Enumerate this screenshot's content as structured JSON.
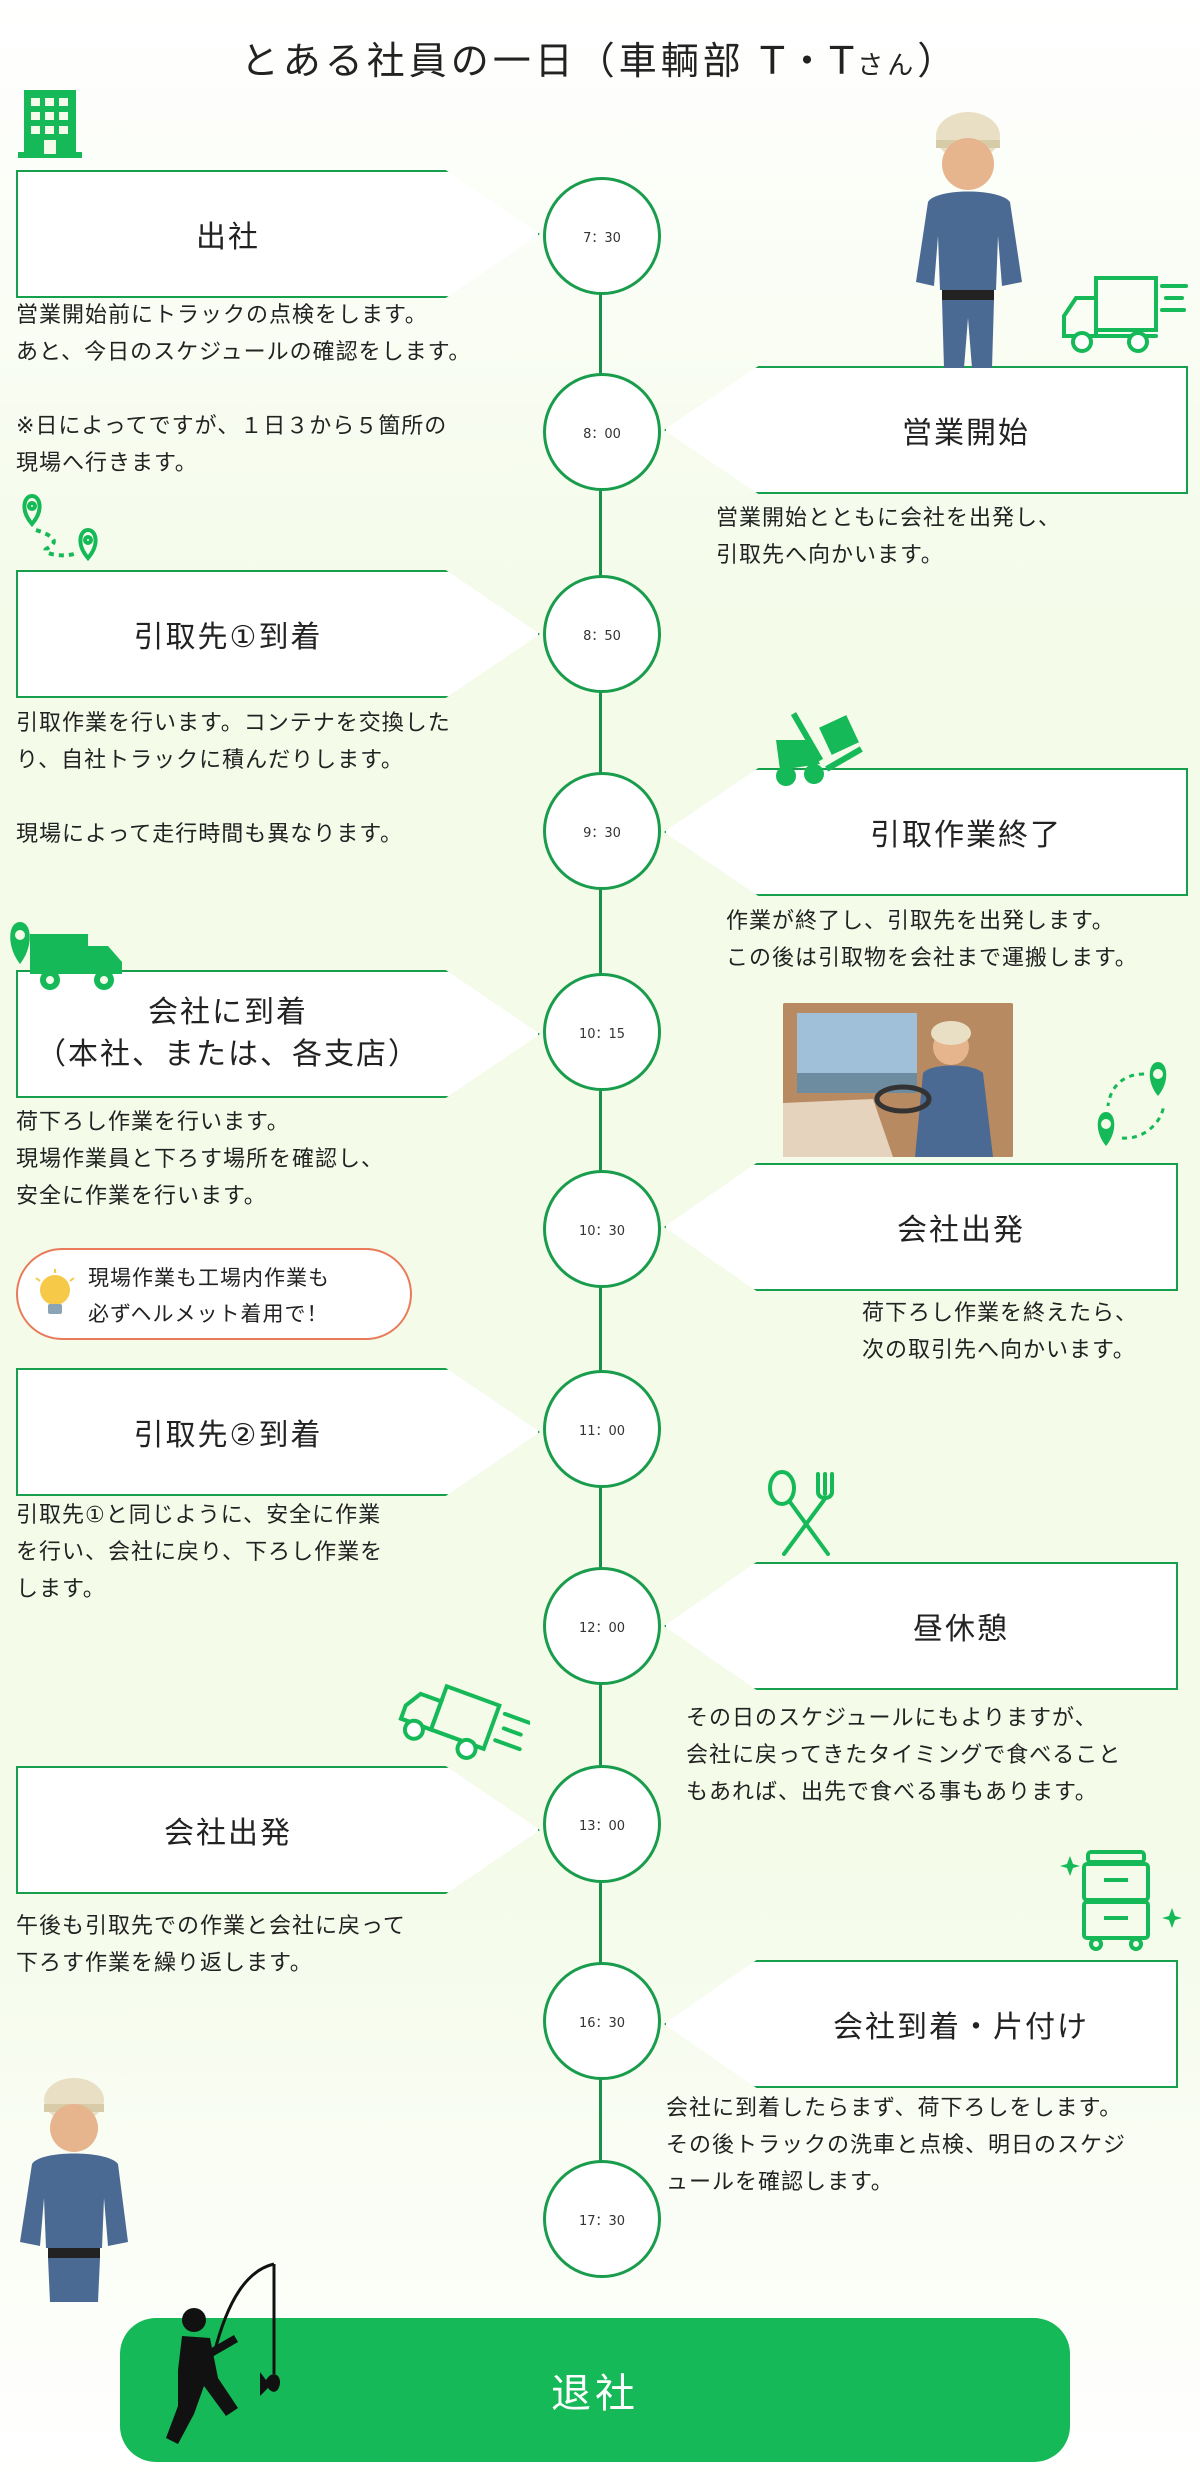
{
  "title": {
    "main": "とある社員の一日（車輌部 T・T",
    "suffix": "さん",
    "close": "）"
  },
  "timeline": [
    {
      "time": "7：30",
      "label": "出社",
      "side": "left",
      "desc": "営業開始前にトラックの点検をします。\nあと、今日のスケジュールの確認をします。\n\n※日によってですが、１日３から５箇所の\n現場へ行きます。"
    },
    {
      "time": "8：00",
      "label": "営業開始",
      "side": "right",
      "desc": "営業開始とともに会社を出発し、\n引取先へ向かいます。"
    },
    {
      "time": "8：50",
      "label": "引取先①到着",
      "side": "left",
      "desc": "引取作業を行います。コンテナを交換した\nり、自社トラックに積んだりします。\n\n現場によって走行時間も異なります。"
    },
    {
      "time": "9：30",
      "label": "引取作業終了",
      "side": "right",
      "desc": "作業が終了し、引取先を出発します。\nこの後は引取物を会社まで運搬します。"
    },
    {
      "time": "10：15",
      "label": "会社に到着\n（本社、または、各支店）",
      "side": "left",
      "desc": "荷下ろし作業を行います。\n現場作業員と下ろす場所を確認し、\n安全に作業を行います。"
    },
    {
      "time": "10：30",
      "label": "会社出発",
      "side": "right",
      "desc": "荷下ろし作業を終えたら、\n次の取引先へ向かいます。"
    },
    {
      "time": "11：00",
      "label": "引取先②到着",
      "side": "left",
      "desc": "引取先①と同じように、安全に作業\nを行い、会社に戻り、下ろし作業を\nします。"
    },
    {
      "time": "12：00",
      "label": "昼休憩",
      "side": "right",
      "desc": "その日のスケジュールにもよりますが、\n会社に戻ってきたタイミングで食べること\nもあれば、出先で食べる事もあります。"
    },
    {
      "time": "13：00",
      "label": "会社出発",
      "side": "left",
      "desc": "午後も引取先での作業と会社に戻って\n下ろす作業を繰り返します。"
    },
    {
      "time": "16：30",
      "label": "会社到着・片付け",
      "side": "right",
      "desc": "会社に到着したらまず、荷下ろしをします。\nその後トラックの洗車と点検、明日のスケジ\nュールを確認します。"
    },
    {
      "time": "17：30",
      "label": "",
      "side": "none",
      "desc": ""
    }
  ],
  "tip": {
    "text": "現場作業も工場内作業も\n必ずヘルメット着用で！"
  },
  "finish": {
    "label": "退社"
  },
  "colors": {
    "accent": "#16b957",
    "line": "#1a8f4a",
    "tip_border": "#e97a5a",
    "background": "#f4fbe9"
  },
  "icons": [
    "building-icon",
    "delivery-truck-icon",
    "route-pin-icon",
    "forklift-icon",
    "truck-pin-icon",
    "route-map-icon",
    "lightbulb-icon",
    "fork-spoon-icon",
    "moving-truck-icon",
    "dumpster-icon",
    "fishing-icon"
  ]
}
